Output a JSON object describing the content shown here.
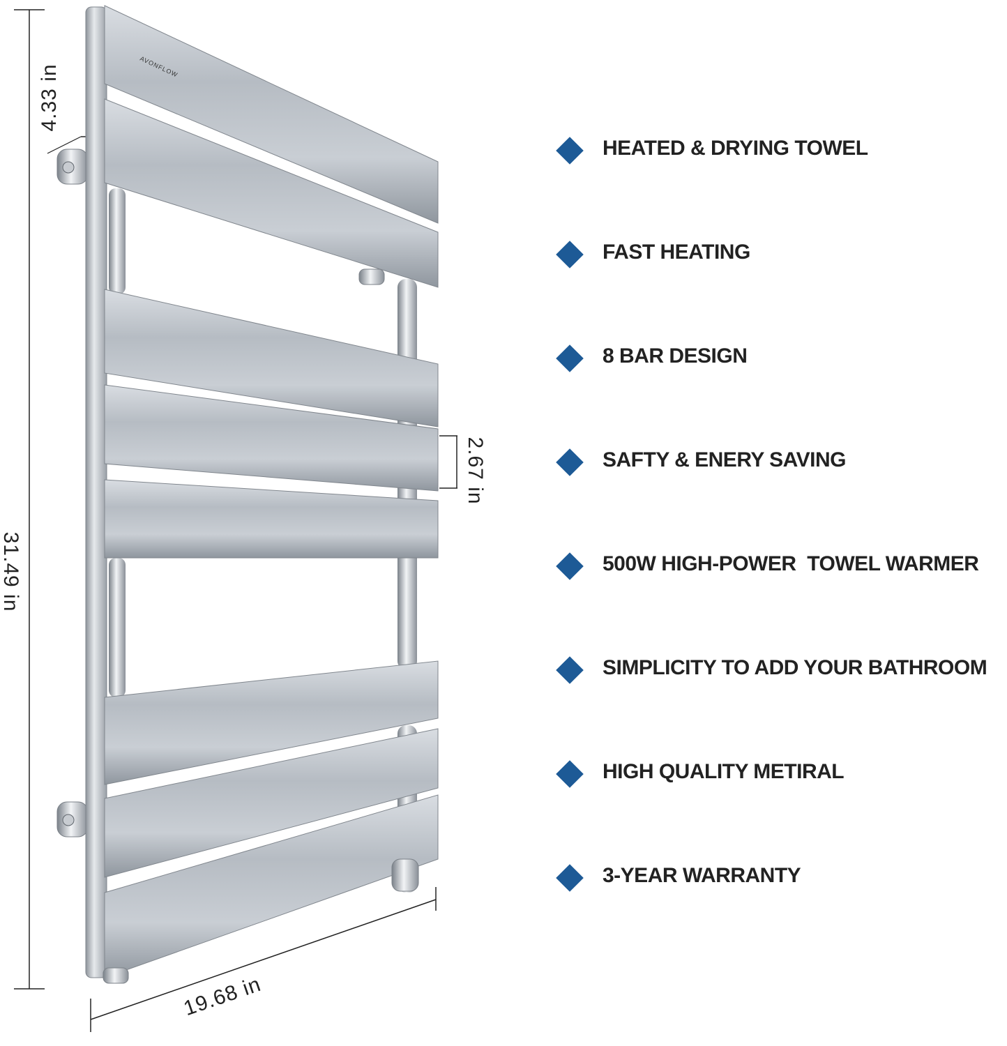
{
  "brand": "AVONFLOW",
  "dimensions": {
    "height": "31.49 in",
    "width": "19.68 in",
    "top_gap": "4.33 in",
    "bar_spacing": "2.67 in"
  },
  "features": [
    {
      "label": "HEATED & DRYING TOWEL",
      "icon": "diamond-bullet-icon"
    },
    {
      "label": "FAST HEATING",
      "icon": "diamond-bullet-icon"
    },
    {
      "label": "8 BAR DESIGN",
      "icon": "diamond-bullet-icon"
    },
    {
      "label": "SAFTY & ENERY SAVING",
      "icon": "diamond-bullet-icon"
    },
    {
      "label": "500W HIGH-POWER  TOWEL WARMER",
      "icon": "diamond-bullet-icon"
    },
    {
      "label": "SIMPLICITY TO ADD YOUR BATHROOM",
      "icon": "diamond-bullet-icon"
    },
    {
      "label": "HIGH QUALITY METIRAL",
      "icon": "diamond-bullet-icon"
    },
    {
      "label": "3-YEAR WARRANTY",
      "icon": "diamond-bullet-icon"
    }
  ],
  "colors": {
    "accent": "#1d5a96",
    "text": "#222222",
    "background": "#ffffff"
  }
}
